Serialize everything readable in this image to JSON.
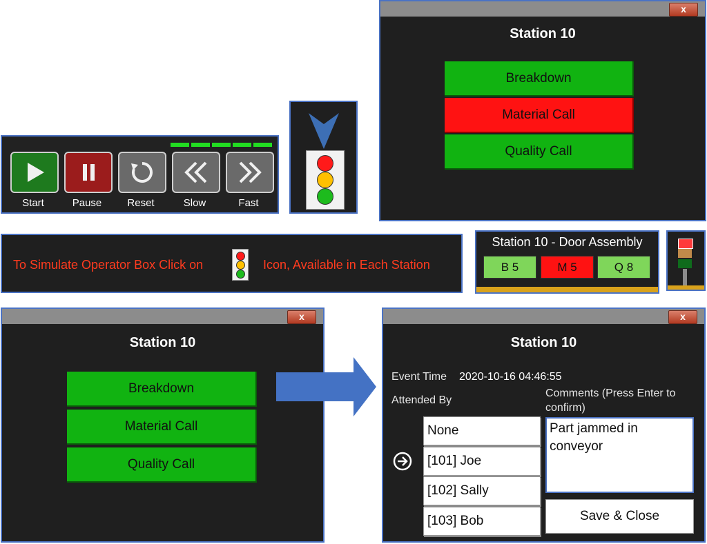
{
  "control_panel": {
    "buttons": [
      {
        "label": "Start",
        "icon": "play-icon",
        "color": "#1e7a1e"
      },
      {
        "label": "Pause",
        "icon": "pause-icon",
        "color": "#9b1c1c"
      },
      {
        "label": "Reset",
        "icon": "reset-icon",
        "color": "#6a6a6a"
      },
      {
        "label": "Slow",
        "icon": "double-chevron-left-icon",
        "color": "#6a6a6a"
      },
      {
        "label": "Fast",
        "icon": "double-chevron-right-icon",
        "color": "#6a6a6a"
      }
    ],
    "speed_level": 5
  },
  "station_menu_top": {
    "title": "Station 10",
    "close_label": "x",
    "options": [
      {
        "label": "Breakdown",
        "color": "#11b311"
      },
      {
        "label": "Material Call",
        "color": "#ff1212"
      },
      {
        "label": "Quality Call",
        "color": "#11b311"
      }
    ]
  },
  "hint_banner": {
    "text_before": "To Simulate Operator Box Click on",
    "text_after": "Icon, Available in Each Station",
    "color": "#ff3b1f"
  },
  "station_status": {
    "title": "Station 10 - Door Assembly",
    "chips": [
      {
        "label": "B 5",
        "color": "#7fd65a"
      },
      {
        "label": "M 5",
        "color": "#ff1212"
      },
      {
        "label": "Q 8",
        "color": "#7fd65a"
      }
    ]
  },
  "station_menu_bottom": {
    "title": "Station 10",
    "close_label": "x",
    "options": [
      {
        "label": "Breakdown"
      },
      {
        "label": "Material Call"
      },
      {
        "label": "Quality Call"
      }
    ]
  },
  "event_dialog": {
    "title": "Station 10",
    "close_label": "x",
    "event_time_label": "Event Time",
    "event_time_value": "2020-10-16 04:46:55",
    "attended_by_label": "Attended By",
    "attendees": [
      "None",
      "[101] Joe",
      "[102] Sally",
      "[103] Bob"
    ],
    "comments_label": "Comments (Press Enter to confirm)",
    "comments_value": "Part jammed in conveyor",
    "save_label": "Save & Close"
  }
}
